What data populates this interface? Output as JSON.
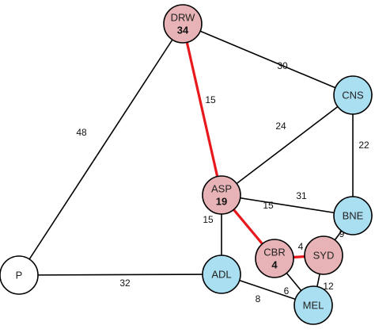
{
  "colors": {
    "start": "#ffffff",
    "visited": "#e7b3b6",
    "frontier": "#a9dff0",
    "edge": "#000000",
    "path": "#e8191c"
  },
  "nodes": [
    {
      "id": "DRW",
      "label": "DRW",
      "value": "34",
      "kind": "visited"
    },
    {
      "id": "CNS",
      "label": "CNS",
      "value": "",
      "kind": "frontier"
    },
    {
      "id": "ASP",
      "label": "ASP",
      "value": "19",
      "kind": "visited"
    },
    {
      "id": "BNE",
      "label": "BNE",
      "value": "",
      "kind": "frontier"
    },
    {
      "id": "P",
      "label": "P",
      "value": "",
      "kind": "start"
    },
    {
      "id": "ADL",
      "label": "ADL",
      "value": "",
      "kind": "frontier"
    },
    {
      "id": "CBR",
      "label": "CBR",
      "value": "4",
      "kind": "visited"
    },
    {
      "id": "SYD",
      "label": "SYD",
      "value": "",
      "kind": "visited"
    },
    {
      "id": "MEL",
      "label": "MEL",
      "value": "",
      "kind": "frontier"
    }
  ],
  "edges": [
    {
      "from": "P",
      "to": "DRW",
      "weight": "48",
      "highlight": false
    },
    {
      "from": "DRW",
      "to": "CNS",
      "weight": "30",
      "highlight": false
    },
    {
      "from": "DRW",
      "to": "ASP",
      "weight": "15",
      "highlight": true
    },
    {
      "from": "ASP",
      "to": "CNS",
      "weight": "24",
      "highlight": false
    },
    {
      "from": "CNS",
      "to": "BNE",
      "weight": "22",
      "highlight": false
    },
    {
      "from": "ASP",
      "to": "BNE",
      "weight": "31",
      "highlight": false
    },
    {
      "from": "ASP",
      "to": "CBR",
      "weight": "15",
      "highlight": true
    },
    {
      "from": "ASP",
      "to": "ADL",
      "weight": "15",
      "highlight": false
    },
    {
      "from": "BNE",
      "to": "SYD",
      "weight": "9",
      "highlight": false
    },
    {
      "from": "CBR",
      "to": "SYD",
      "weight": "4",
      "highlight": true
    },
    {
      "from": "P",
      "to": "ADL",
      "weight": "32",
      "highlight": false
    },
    {
      "from": "ADL",
      "to": "MEL",
      "weight": "8",
      "highlight": false
    },
    {
      "from": "CBR",
      "to": "MEL",
      "weight": "6",
      "highlight": false
    },
    {
      "from": "SYD",
      "to": "MEL",
      "weight": "12",
      "highlight": false
    }
  ]
}
